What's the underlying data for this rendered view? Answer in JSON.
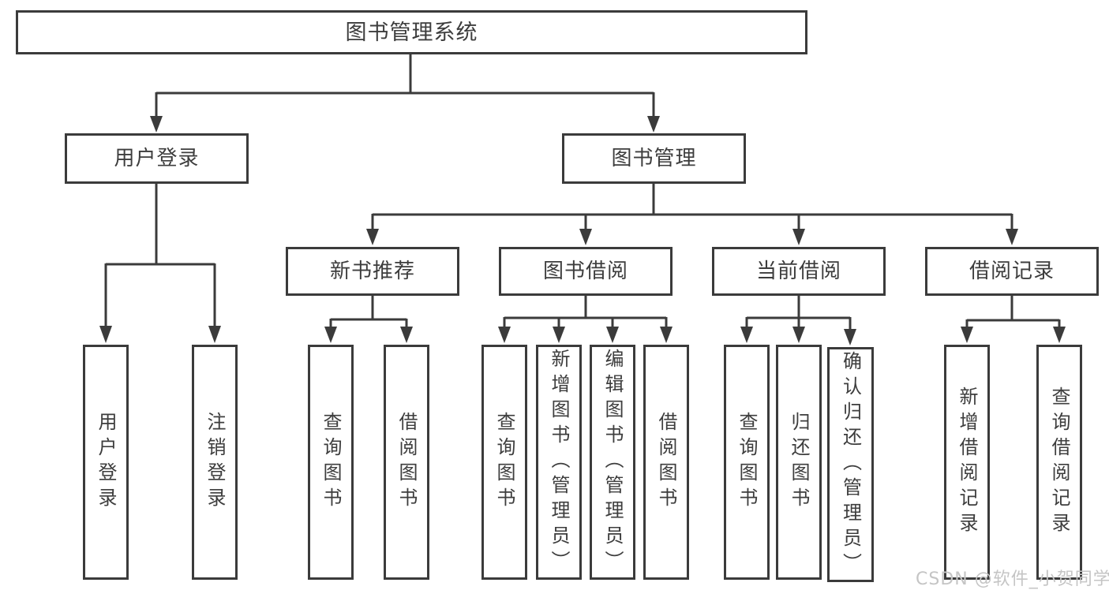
{
  "diagram": {
    "type": "tree",
    "colors": {
      "line": "#3b3b3b",
      "text": "#3d3d3d",
      "box_background": "#ffffff",
      "page_background": "#ffffff",
      "watermark": "#c5c5c5"
    },
    "root": {
      "label": "图书管理系统"
    },
    "branches": [
      {
        "label": "用户登录",
        "children": [
          {
            "label": "用户登录"
          },
          {
            "label": "注销登录"
          }
        ]
      },
      {
        "label": "图书管理",
        "children": [
          {
            "label": "新书推荐",
            "children": [
              {
                "label": "查询图书"
              },
              {
                "label": "借阅图书"
              }
            ]
          },
          {
            "label": "图书借阅",
            "children": [
              {
                "label": "查询图书"
              },
              {
                "label": "新增图书（管理员）"
              },
              {
                "label": "编辑图书（管理员）"
              },
              {
                "label": "借阅图书"
              }
            ]
          },
          {
            "label": "当前借阅",
            "children": [
              {
                "label": "查询图书"
              },
              {
                "label": "归还图书"
              },
              {
                "label": "确认归还（管理员）"
              }
            ]
          },
          {
            "label": "借阅记录",
            "children": [
              {
                "label": "新增借阅记录"
              },
              {
                "label": "查询借阅记录"
              }
            ]
          }
        ]
      }
    ],
    "watermark": {
      "text": "CSDN @软件_小贺同学"
    }
  }
}
